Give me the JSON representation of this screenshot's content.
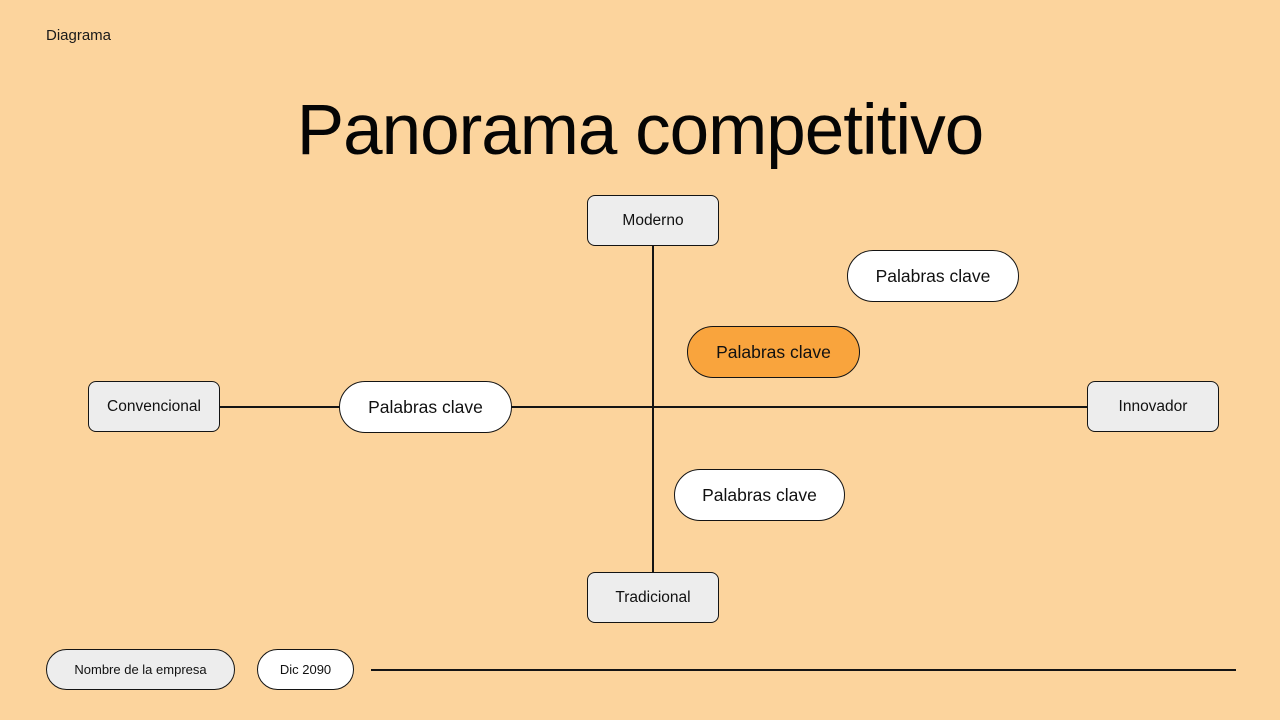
{
  "app": {
    "page_label": "Diagrama"
  },
  "slide": {
    "title": "Panorama competitivo"
  },
  "colors": {
    "background": "#FCD49D",
    "accent_orange": "#F9A43D",
    "node_gray": "#EDEDED",
    "pill_white": "#FFFFFF",
    "line_black": "#141414"
  },
  "matrix": {
    "top_label": "Moderno",
    "bottom_label": "Tradicional",
    "left_label": "Convencional",
    "right_label": "Innovador"
  },
  "keywords": {
    "top_right": {
      "label": "Palabras clave",
      "style": "white"
    },
    "center_right": {
      "label": "Palabras clave",
      "style": "orange"
    },
    "left_axis": {
      "label": "Palabras clave",
      "style": "white"
    },
    "bottom_center": {
      "label": "Palabras clave",
      "style": "white"
    }
  },
  "footer": {
    "company_name": "Nombre de la empresa",
    "date": "Dic 2090"
  }
}
